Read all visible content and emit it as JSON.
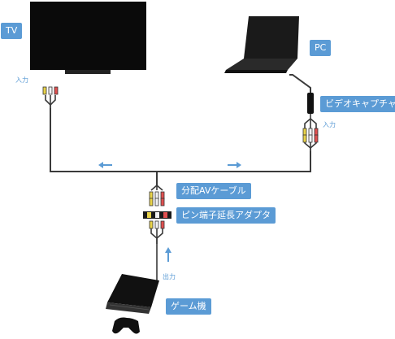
{
  "labels": {
    "tv": "TV",
    "pc": "PC",
    "capture": "ビデオキャプチャ",
    "split_cable": "分配AVケーブル",
    "adapter": "ピン端子延長アダプタ",
    "console": "ゲーム機",
    "tv_input": "入力",
    "capture_input": "入力",
    "console_output": "出力"
  },
  "colors": {
    "tag_bg": "#5b9bd5",
    "cable": "#3a3a3a",
    "arrow": "#5b9bd5",
    "plug_yellow": "#e8d34a",
    "plug_white": "#f2f2f2",
    "plug_red": "#e05050"
  },
  "icons": [
    "tv-icon",
    "laptop-icon",
    "capture-device-icon",
    "rca-plug-icon",
    "adapter-icon",
    "game-console-icon",
    "gamepad-icon",
    "arrow-icon"
  ]
}
